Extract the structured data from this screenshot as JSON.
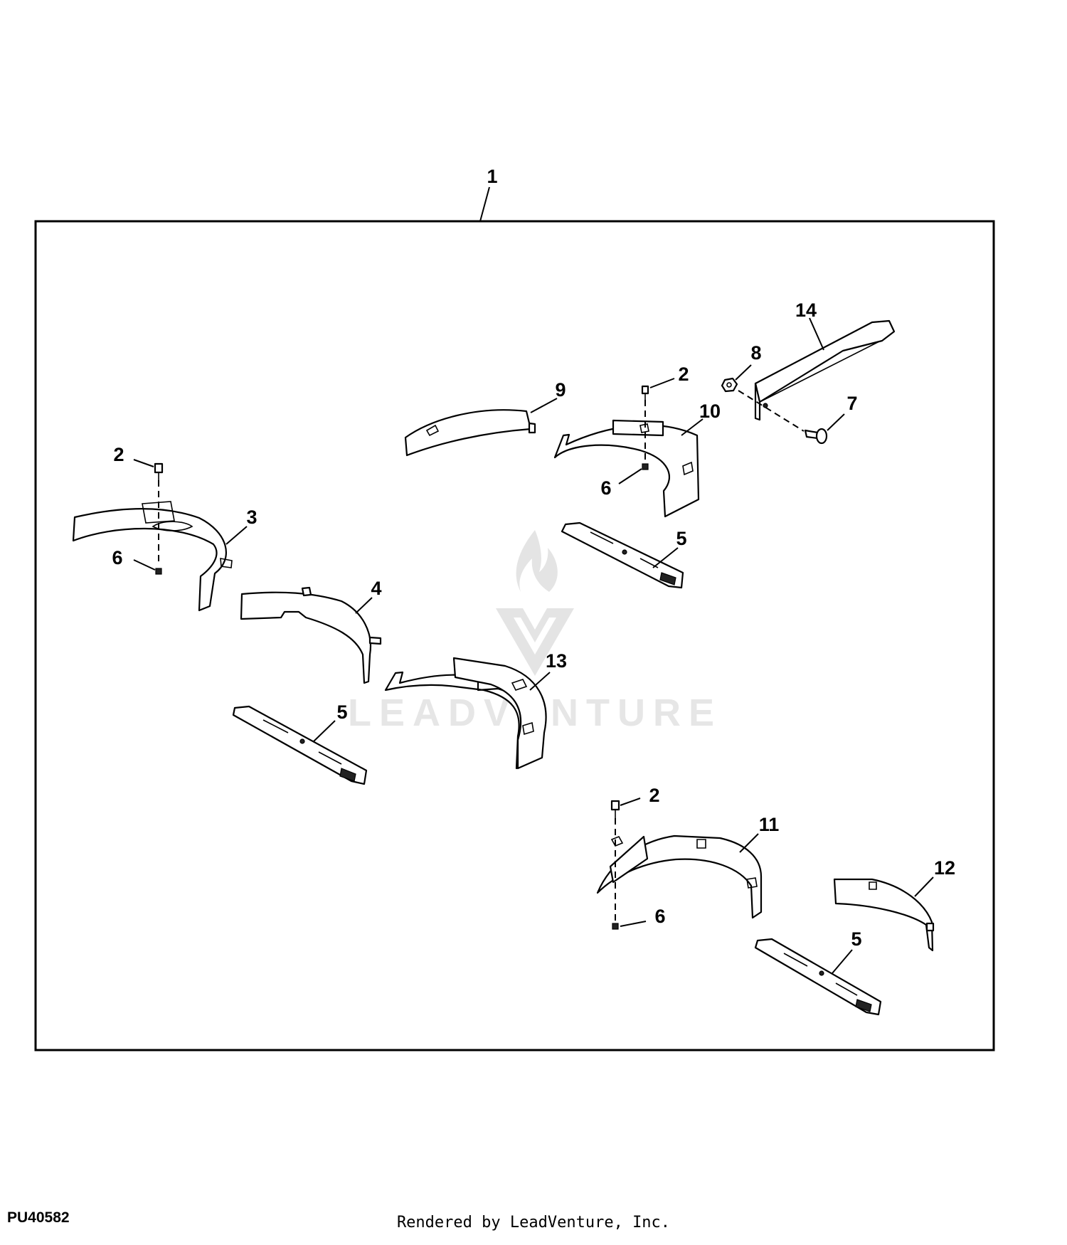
{
  "diagram": {
    "callouts": {
      "c1": "1",
      "c14": "14",
      "c8": "8",
      "c2a": "2",
      "c9": "9",
      "c10": "10",
      "c7": "7",
      "c6a": "6",
      "c2b": "2",
      "c3": "3",
      "c6b": "6",
      "c5a": "5",
      "c4": "4",
      "c13": "13",
      "c5b": "5",
      "c2c": "2",
      "c11": "11",
      "c12": "12",
      "c6c": "6",
      "c5c": "5"
    },
    "watermark": {
      "text": "LEADVENTURE"
    }
  },
  "footer": {
    "image_id": "PU40582",
    "credit": "Rendered by LeadVenture, Inc."
  }
}
